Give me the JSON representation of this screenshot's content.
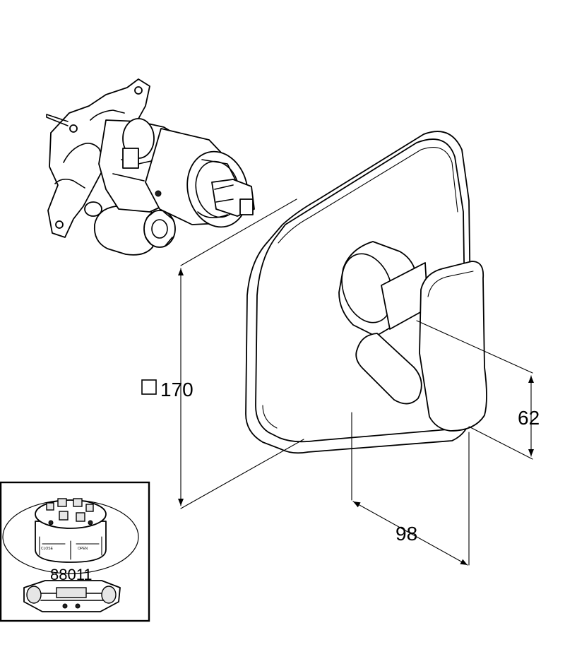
{
  "dimensions": {
    "square_symbol": "□",
    "plate_size": "170",
    "lever_height": "62",
    "projection_depth": "98"
  },
  "inset": {
    "part_number": "88011"
  }
}
